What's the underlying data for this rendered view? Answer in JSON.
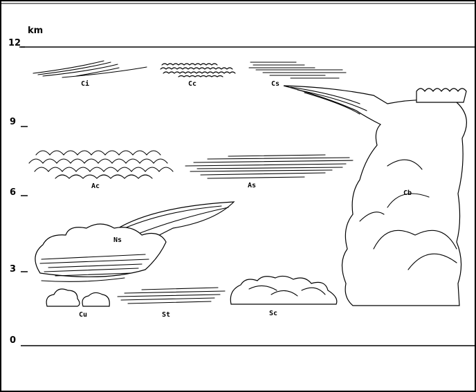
{
  "axis": {
    "unit": "km",
    "ticks": [
      "12",
      "9",
      "6",
      "3",
      "0"
    ]
  },
  "clouds": {
    "ci": "Ci",
    "cc": "Cc",
    "cs": "Cs",
    "ac": "Ac",
    "as": "As",
    "ns": "Ns",
    "cb": "Cb",
    "cu": "Cu",
    "st": "St",
    "sc": "Sc"
  }
}
